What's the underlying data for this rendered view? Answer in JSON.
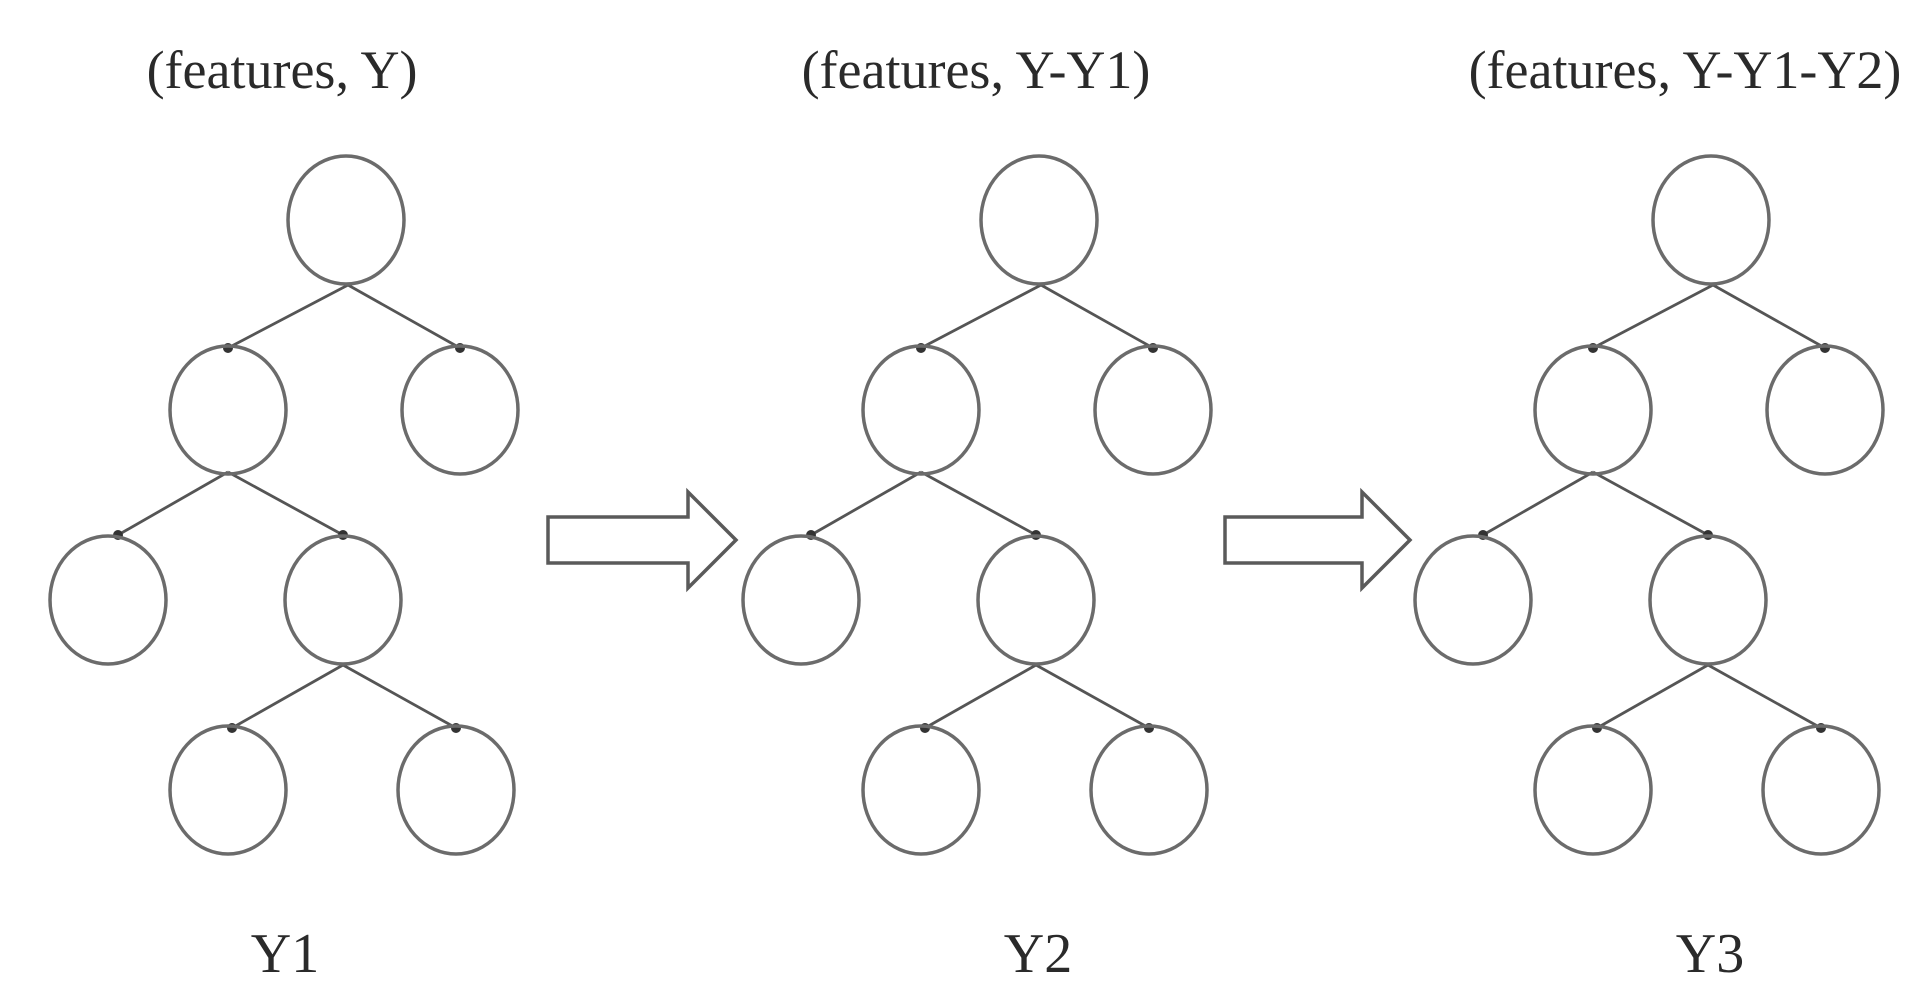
{
  "panels": [
    {
      "header": "(features, Y)",
      "footer": "Y1"
    },
    {
      "header": "(features, Y-Y1)",
      "footer": "Y2"
    },
    {
      "header": "(features, Y-Y1-Y2)",
      "footer": "Y3"
    }
  ],
  "colors": {
    "node_stroke": "#6b6b6b",
    "edge_stroke": "#555555",
    "arrow_stroke": "#5a5a5a",
    "text": "#2a2a2a"
  }
}
